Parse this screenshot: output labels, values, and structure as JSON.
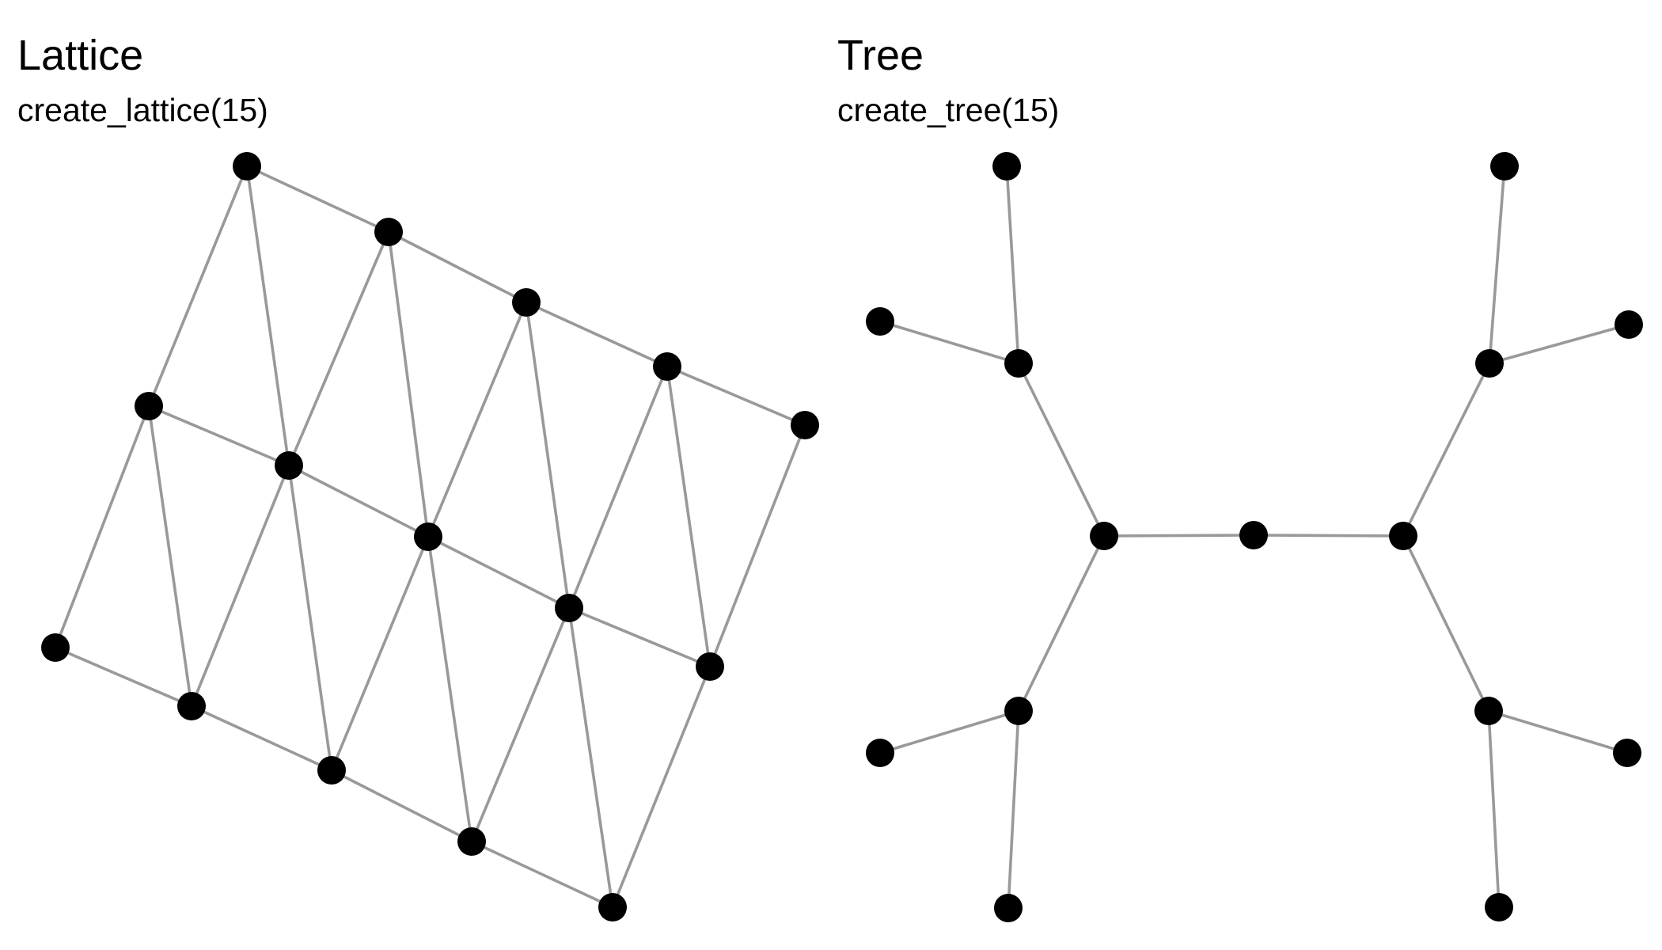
{
  "panels": [
    {
      "key": "lattice",
      "title": "Lattice",
      "subtitle": "create_lattice(15)",
      "node_count": 15
    },
    {
      "key": "tree",
      "title": "Tree",
      "subtitle": "create_tree(15)",
      "node_count": 15
    }
  ],
  "style": {
    "node_color": "#000000",
    "edge_color": "#999999",
    "background": "#ffffff"
  }
}
